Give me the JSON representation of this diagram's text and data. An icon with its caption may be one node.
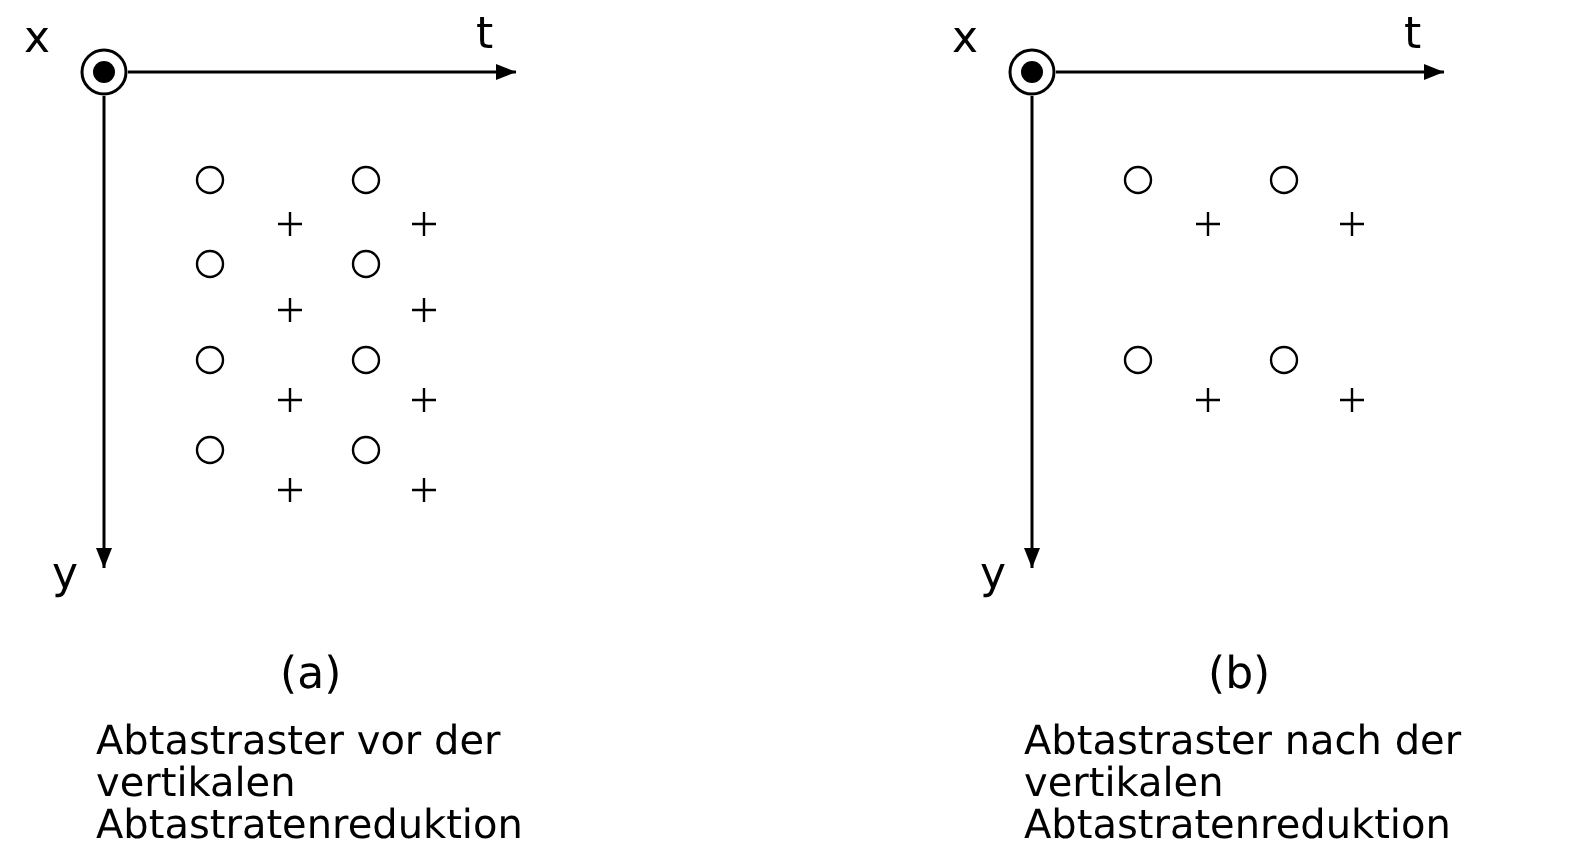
{
  "diagram": {
    "labels": [
      "x",
      "t",
      "y",
      "(a)",
      "Abtastraster vor der vertikalen Abtastratenreduktion",
      "x",
      "t",
      "y",
      "(b)",
      "Abtastraster nach der vertikalen Abtastratenreduktion"
    ]
  }
}
